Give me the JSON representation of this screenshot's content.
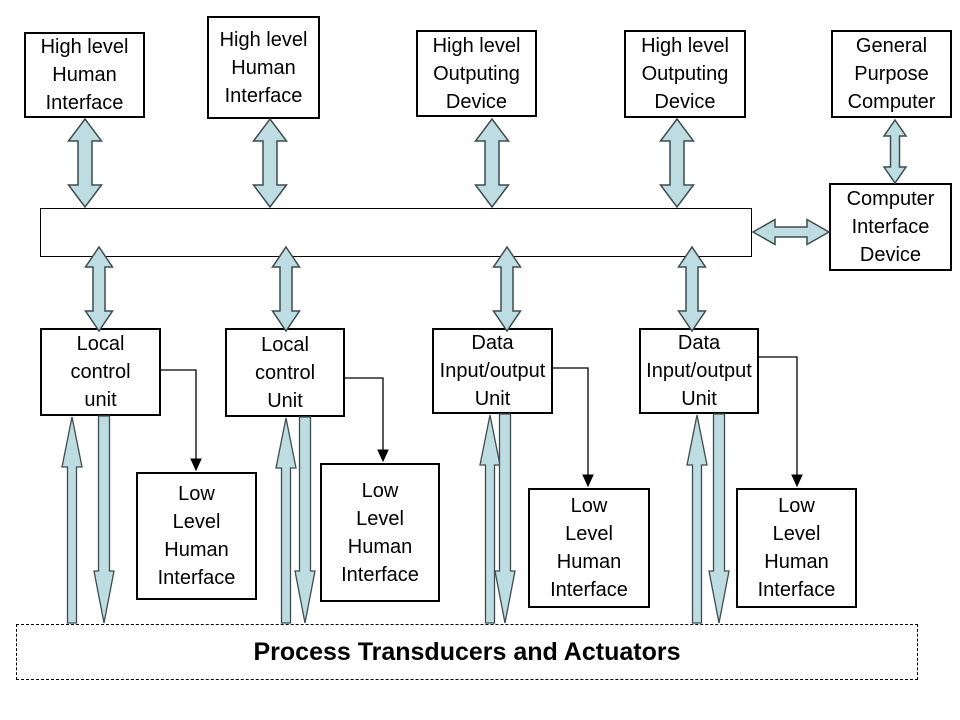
{
  "colors": {
    "arrow_fill": "#bedde2",
    "arrow_stroke": "#3f4c4e",
    "line_color": "#000000",
    "background": "#ffffff"
  },
  "nodes": {
    "hlhi1": {
      "label": "High level\nHuman\nInterface"
    },
    "hlhi2": {
      "label": "High level\nHuman\nInterface"
    },
    "hlod1": {
      "label": "High level\nOutputing\nDevice"
    },
    "hlod2": {
      "label": "High level\nOutputing\nDevice"
    },
    "gpc": {
      "label": "General\nPurpose\nComputer"
    },
    "cid": {
      "label": "Computer\nInterface\nDevice"
    },
    "bus": {
      "label": ""
    },
    "lcu1": {
      "label": "Local\ncontrol\nunit"
    },
    "lcu2": {
      "label": "Local\ncontrol\nUnit"
    },
    "diou1": {
      "label": "Data\nInput/output\nUnit"
    },
    "diou2": {
      "label": "Data\nInput/output\nUnit"
    },
    "llhi1": {
      "label": "Low\nLevel\nHuman\nInterface"
    },
    "llhi2": {
      "label": "Low\nLevel\nHuman\nInterface"
    },
    "llhi3": {
      "label": "Low\nLevel\nHuman\nInterface"
    },
    "llhi4": {
      "label": "Low\nLevel\nHuman\nInterface"
    },
    "process": {
      "label": "Process Transducers and Actuators"
    }
  }
}
